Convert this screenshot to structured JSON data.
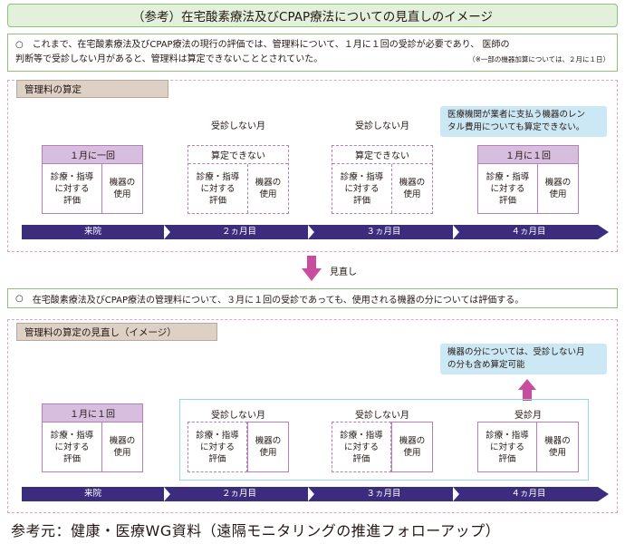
{
  "header": {
    "title": "（参考）在宅酸素療法及びCPAP療法についての見直しのイメージ"
  },
  "intro": {
    "bullet": "○",
    "line1": "これまで、在宅酸素療法及びCPAP療法の現行の評価では、管理料について、１月に１回の受診が必要であり、 医師の",
    "line2": "判断等で受診しない月があると、管理料は算定できないこととされていた。",
    "note": "（※一部の機器加算については、２月に１日）"
  },
  "current": {
    "label": "管理料の算定",
    "months": [
      {
        "head": "",
        "top": "１月に一回",
        "left": "診療・指導\nに対する\n評価",
        "right": "機器の\n使用"
      },
      {
        "head": "受診しない月",
        "top": "算定できない",
        "left": "診療・指導\nに対する\n評価",
        "right": "機器の\n使用"
      },
      {
        "head": "受診しない月",
        "top": "算定できない",
        "left": "診療・指導\nに対する\n評価",
        "right": "機器の\n使用"
      },
      {
        "head": "",
        "top": "１月に１回",
        "left": "診療・指導\nに対する\n評価",
        "right": "機器の\n使用"
      }
    ],
    "note": "医療機関が業者に支払う機器のレン\nタル費用についても算定できない。",
    "timeline": [
      "来院",
      "２ヵ月目",
      "３ヵ月目",
      "４ヵ月目"
    ]
  },
  "review": {
    "label": "見直し"
  },
  "statement": {
    "bullet": "○",
    "text": "在宅酸素療法及びCPAP療法の管理料について、３月に１回の受診であっても、使用される機器の分については評価する。"
  },
  "revised": {
    "label": "管理料の算定の見直し（イメージ）",
    "months": [
      {
        "head": "",
        "top": "１月に１回",
        "left": "診療・指導\nに対する\n評価",
        "right": "機器の\n使用"
      },
      {
        "head": "受診しない月",
        "top": "",
        "left": "診療・指導\nに対する\n評価",
        "right": "機器の\n使用"
      },
      {
        "head": "受診しない月",
        "top": "",
        "left": "診療・指導\nに対する\n評価",
        "right": "機器の\n使用"
      },
      {
        "head": "受診月",
        "top": "",
        "left": "診療・指導\nに対する\n評価",
        "right": "機器の\n使用"
      }
    ],
    "note": "機器の分については、受診しない月\nの分も含め算定可能",
    "timeline": [
      "来院",
      "２ヵ月目",
      "３ヵ月目",
      "４ヵ月目"
    ]
  },
  "source": "参考元：健康・医療WG資料（遠隔モニタリングの推進フォローアップ）",
  "colors": {
    "purple": "#3b2c7e",
    "lavender": "#d7bedf",
    "green": "#8cc47a",
    "pink": "#e7a0c9",
    "blue": "#cce8f4",
    "arrow": "#c84d9f"
  }
}
